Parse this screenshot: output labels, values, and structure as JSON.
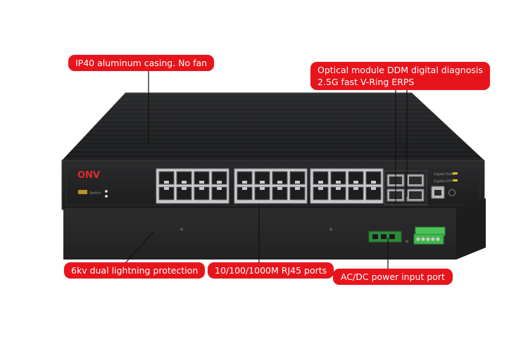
{
  "callouts": {
    "casing": {
      "text": "IP40 aluminum casing. No fan"
    },
    "optical": {
      "line1": "Optical module DDM digital diagnosis",
      "line2": "2.5G fast V-Ring ERPS"
    },
    "lightning": {
      "text": "6kv dual lightning protection"
    },
    "rj45": {
      "text": "10/100/1000M RJ45 ports"
    },
    "power": {
      "text": "AC/DC power input port"
    }
  },
  "device": {
    "brand_logo": "ONV",
    "model_label": "Switch",
    "indicator_labels": [
      "Gigabit PLINK",
      "Gigabit SFP"
    ]
  },
  "colors": {
    "callout_bg": "#e8141c",
    "chassis_dark": "#2a2a2c",
    "terminal_green": "#3fb84a"
  }
}
